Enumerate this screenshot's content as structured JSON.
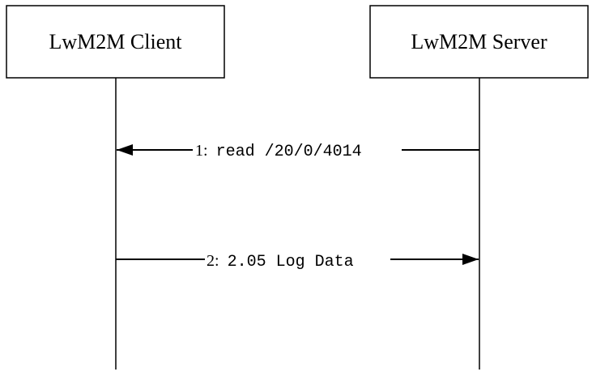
{
  "participants": [
    {
      "name": "LwM2M Client"
    },
    {
      "name": "LwM2M Server"
    }
  ],
  "messages": [
    {
      "number": "1:",
      "text": "read /20/0/4014",
      "from": "LwM2M Server",
      "to": "LwM2M Client"
    },
    {
      "number": "2:",
      "text": "2.05 Log Data",
      "from": "LwM2M Client",
      "to": "LwM2M Server"
    }
  ],
  "colors": {
    "line": "#000000",
    "background": "#ffffff"
  }
}
